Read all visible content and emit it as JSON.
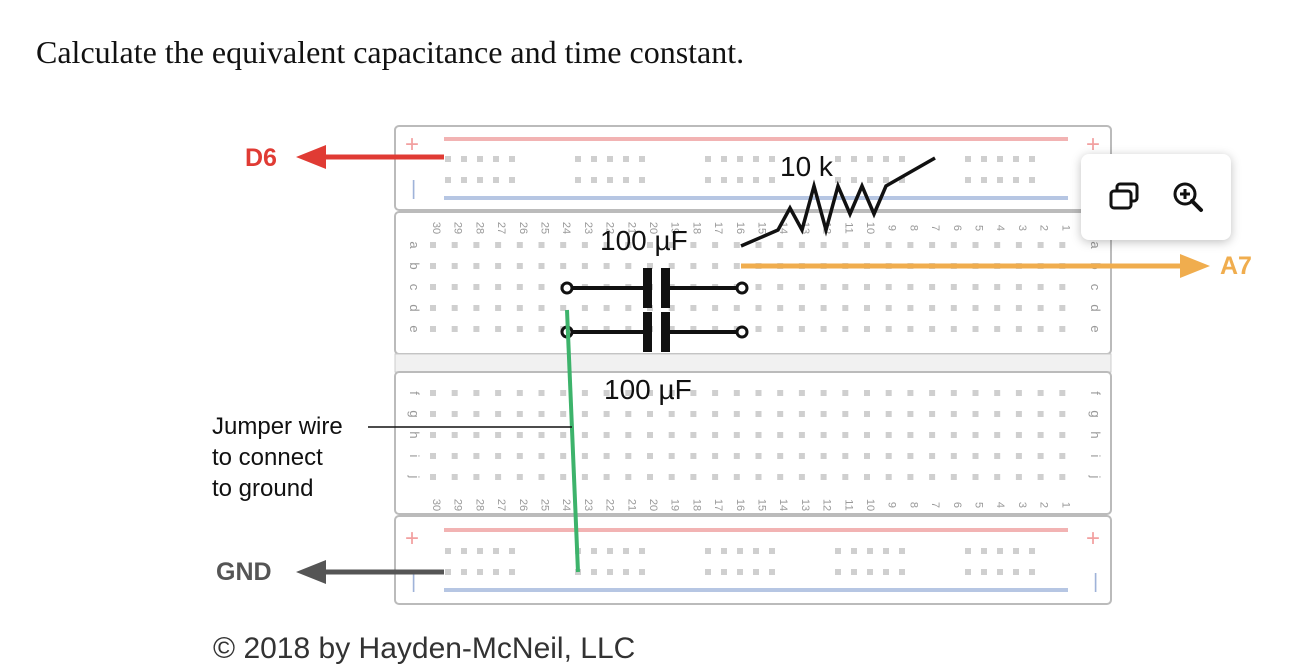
{
  "question": "Calculate the equivalent capacitance and time constant.",
  "labels": {
    "d6": "D6",
    "a7": "A7",
    "gnd": "GND",
    "resistor": "10 k",
    "cap_top": "100 µF",
    "cap_bottom": "100 µF",
    "jumper_line1": "Jumper wire",
    "jumper_line2": "to connect",
    "jumper_line3": "to ground",
    "rail_plus": "+",
    "rail_minus": "|"
  },
  "column_numbers": [
    "30",
    "29",
    "28",
    "27",
    "26",
    "25",
    "24",
    "23",
    "22",
    "21",
    "20",
    "19",
    "18",
    "17",
    "16",
    "15",
    "14",
    "13",
    "12",
    "11",
    "10",
    "9",
    "8",
    "7",
    "6",
    "5",
    "4",
    "3",
    "2",
    "1"
  ],
  "row_letters_top": [
    "a",
    "b",
    "c",
    "d",
    "e"
  ],
  "row_letters_bottom": [
    "f",
    "g",
    "h",
    "i",
    "j"
  ],
  "credit": "© 2018 by Hayden-McNeil, LLC",
  "colors": {
    "d6_arrow": "#e03b34",
    "a7_arrow": "#f0ad4e",
    "gnd_arrow": "#555555",
    "jumper_wire": "#3db36b",
    "rail_red": "#f2b3b3",
    "rail_blue": "#b6c6e3"
  },
  "toolbar": {
    "icons": [
      "windows-icon",
      "zoom-in-icon"
    ]
  }
}
